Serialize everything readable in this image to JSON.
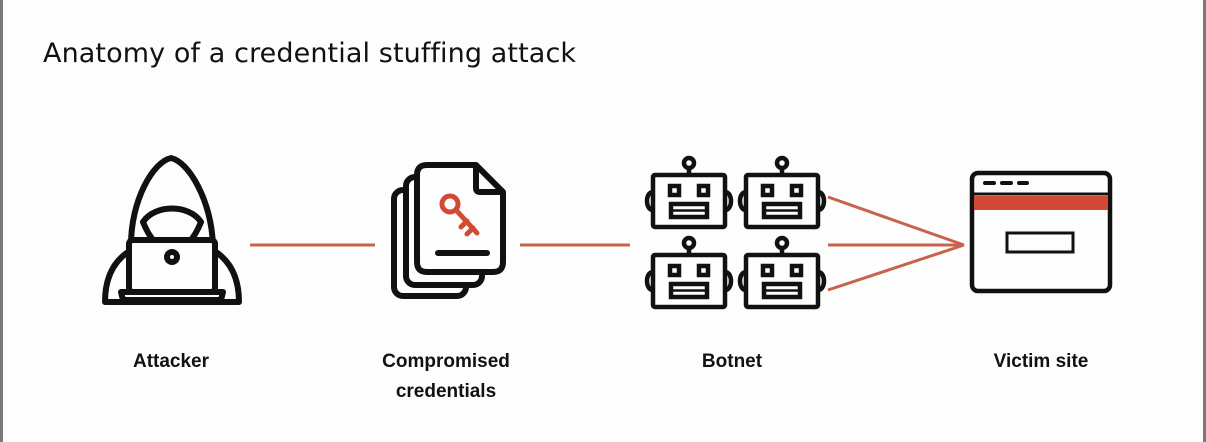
{
  "title": "Anatomy of a credential stuffing attack",
  "colors": {
    "accent": "#d24a36",
    "line": "#c8624c",
    "stroke": "#111111",
    "border": "#7a7a7a",
    "background": "#fdfdfd"
  },
  "stages": [
    {
      "id": "attacker",
      "icon": "hooded-hacker-laptop-icon",
      "label": "Attacker"
    },
    {
      "id": "credentials",
      "icon": "document-stack-key-icon",
      "label_lines": [
        "Compromised",
        "credentials"
      ]
    },
    {
      "id": "botnet",
      "icon": "robot-grid-icon",
      "label": "Botnet",
      "robot_count": 4
    },
    {
      "id": "victim",
      "icon": "browser-window-icon",
      "label": "Victim site"
    }
  ],
  "connections": [
    {
      "from": "attacker",
      "to": "credentials",
      "count": 1
    },
    {
      "from": "credentials",
      "to": "botnet",
      "count": 1
    },
    {
      "from": "botnet",
      "to": "victim",
      "count": 3,
      "style": "converging"
    }
  ]
}
